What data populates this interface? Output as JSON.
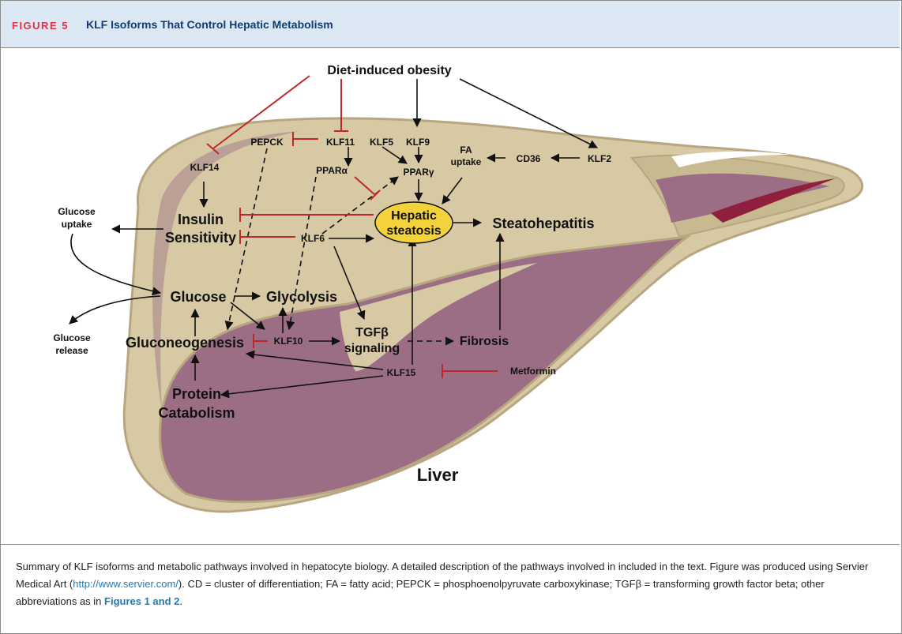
{
  "header": {
    "figure_number": "FIGURE 5",
    "title": "KLF Isoforms That Control Hepatic Metabolism"
  },
  "diagram": {
    "labels": {
      "diet_induced_obesity": "Diet-induced obesity",
      "pepck": "PEPCK",
      "klf11": "KLF11",
      "klf5": "KLF5",
      "klf9": "KLF9",
      "klf14": "KLF14",
      "fa": "FA",
      "uptake": "uptake",
      "cd36": "CD36",
      "klf2": "KLF2",
      "ppar_alpha": "PPARα",
      "ppar_gamma": "PPARγ",
      "glucose_uptake_1": "Glucose",
      "glucose_uptake_2": "uptake",
      "insulin": "Insulin",
      "sensitivity": "Sensitivity",
      "klf6": "KLF6",
      "hepatic": "Hepatic",
      "steatosis": "steatosis",
      "steatohepatitis": "Steatohepatitis",
      "glucose": "Glucose",
      "glycolysis": "Glycolysis",
      "glucose_release_1": "Glucose",
      "glucose_release_2": "release",
      "gluconeogenesis": "Gluconeogenesis",
      "klf10": "KLF10",
      "tgfb": "TGFβ",
      "signaling": "signaling",
      "fibrosis": "Fibrosis",
      "klf15": "KLF15",
      "metformin": "Metformin",
      "protein": "Protein",
      "catabolism": "Catabolism",
      "liver": "Liver"
    },
    "colors": {
      "liver_tan": "#d6c9a4",
      "liver_shadow": "#b7a67f",
      "liver_purple": "#9c6e86",
      "liver_purple_dark": "#8a5a72",
      "vessel_red": "#8f1f3c",
      "inhibit_red": "#c0272d",
      "arrow_black": "#111111",
      "steatosis_fill": "#f4d23c"
    }
  },
  "caption": {
    "part1": "Summary of KLF isoforms and metabolic pathways involved in hepatocyte biology. A detailed description of the pathways involved in included in the text. Figure was produced using Servier Medical Art (",
    "link": "http://www.servier.com/",
    "part2": "). CD = cluster of differentiation; FA = fatty acid; PEPCK = phosphoenolpyruvate carboxykinase; TGFβ = transforming growth factor beta; other abbreviations as in ",
    "fig_ref": "Figures 1 and 2",
    "part3": "."
  }
}
